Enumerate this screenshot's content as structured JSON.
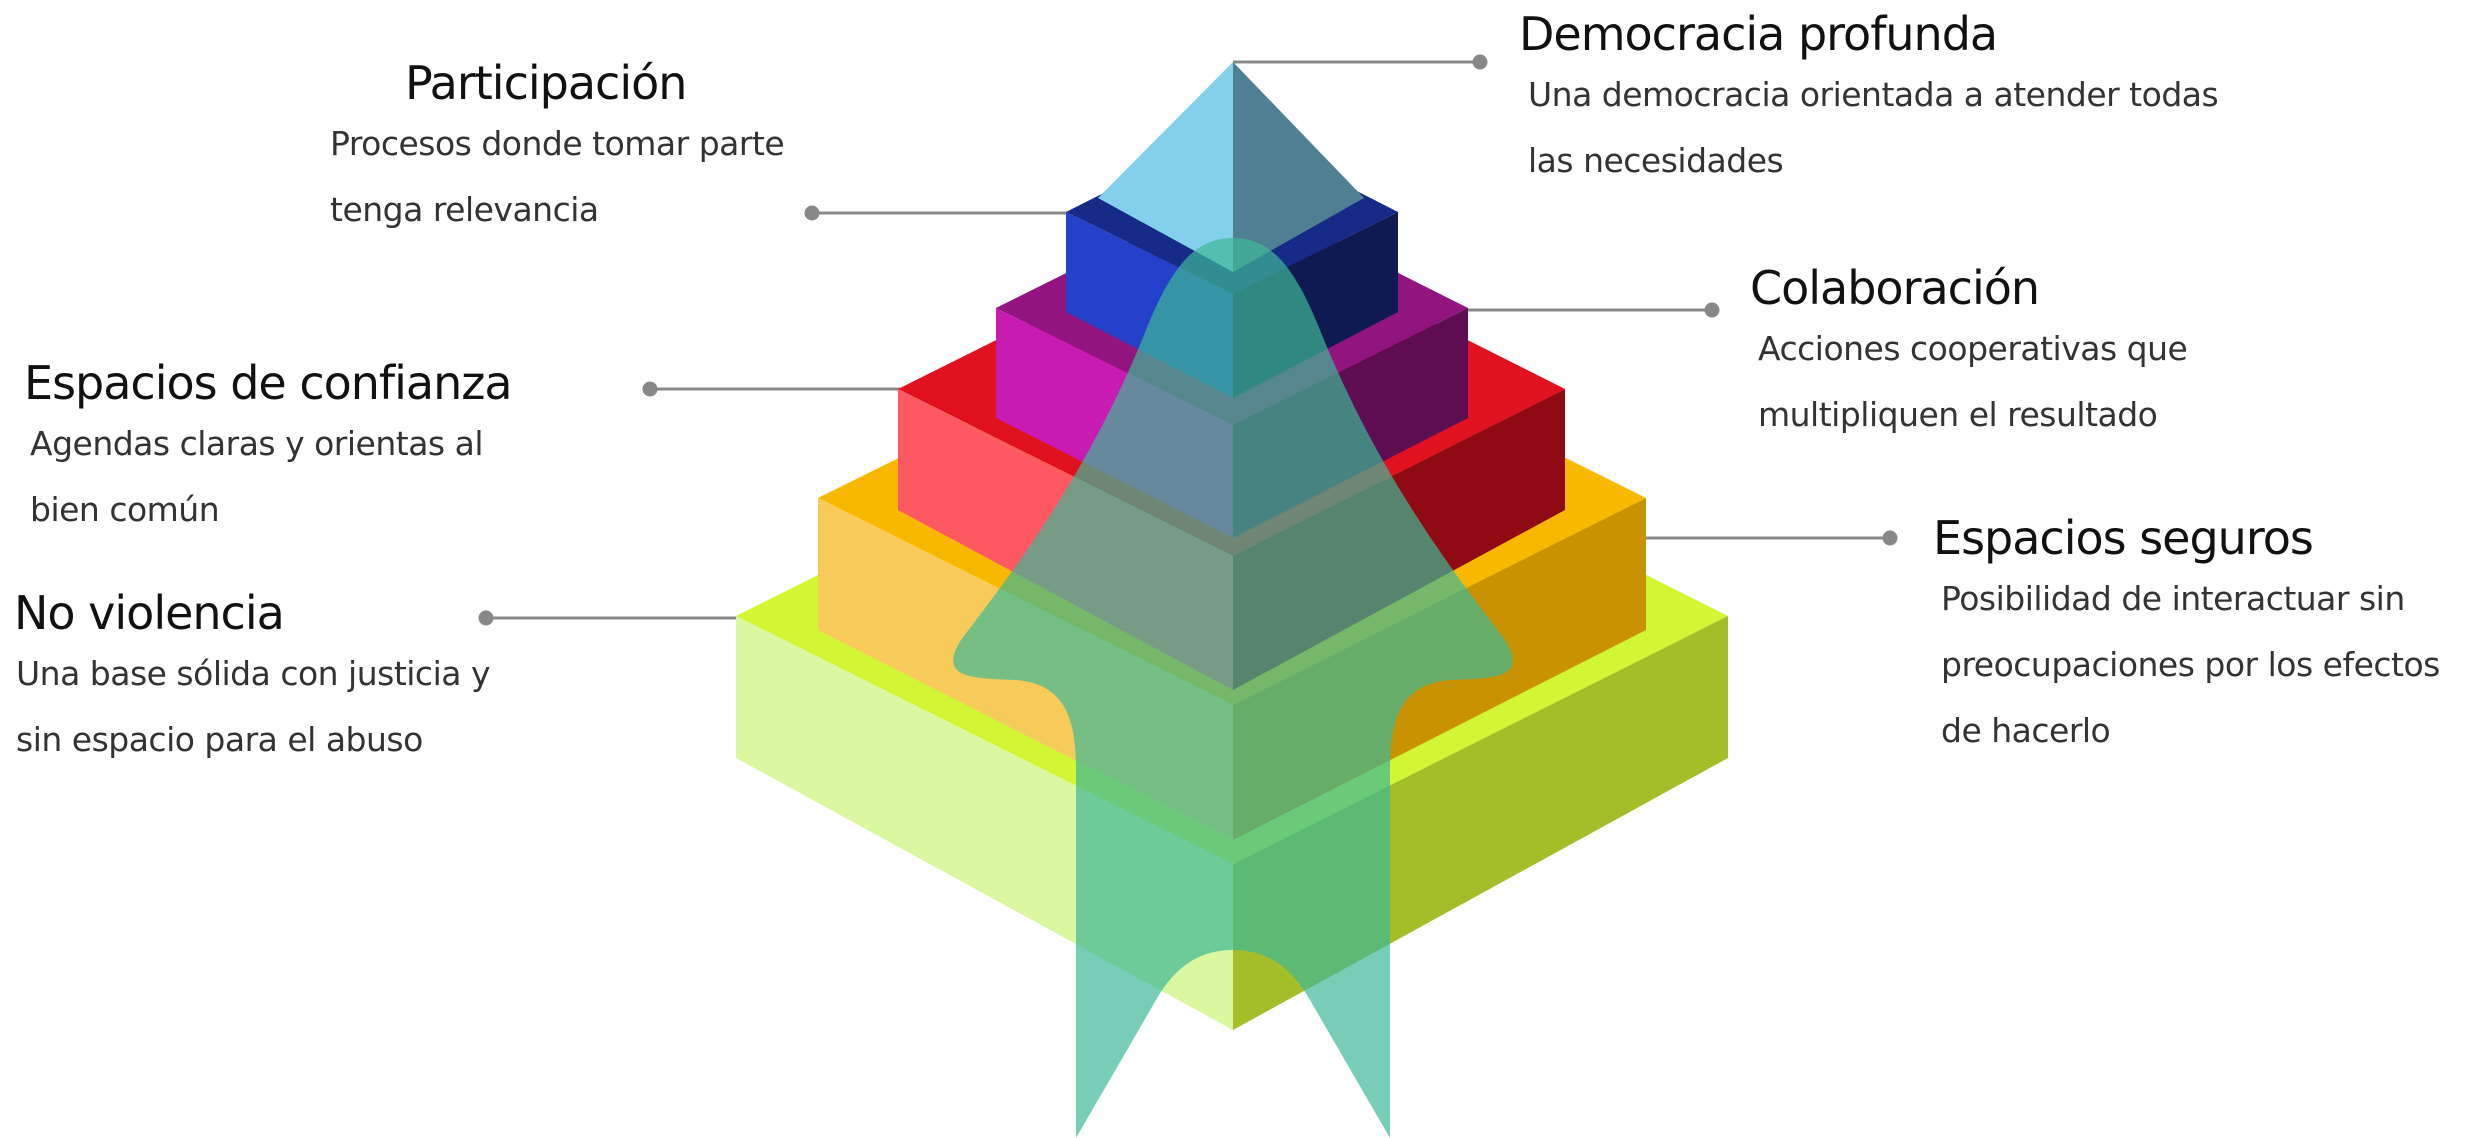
{
  "diagram": {
    "levels": [
      {
        "id": "democracia",
        "title": "Democracia profunda",
        "description": "Una democracia orientada a atender todas las necesidades",
        "color": "#7ECEEB"
      },
      {
        "id": "participacion",
        "title": "Participación",
        "description": "Procesos donde tomar parte tenga relevancia",
        "color": "#2138C4"
      },
      {
        "id": "colaboracion",
        "title": "Colaboración",
        "description": "Acciones cooperativas que multipliquen el resultado",
        "color": "#B61AAB"
      },
      {
        "id": "confianza",
        "title": "Espacios de confianza",
        "description": "Agendas claras y orientas al bien común",
        "color": "#E0101E"
      },
      {
        "id": "seguros",
        "title": "Espacios seguros",
        "description": "Posibilidad de interactuar sin preocupaciones por los efectos de hacerlo",
        "color": "#F9B500"
      },
      {
        "id": "noviolencia",
        "title": "No violencia",
        "description": "Una base sólida con justicia y sin espacio para el abuso",
        "color": "#CDF52F"
      }
    ],
    "arrow_color": "#3DB896",
    "connector_color": "#888888"
  }
}
